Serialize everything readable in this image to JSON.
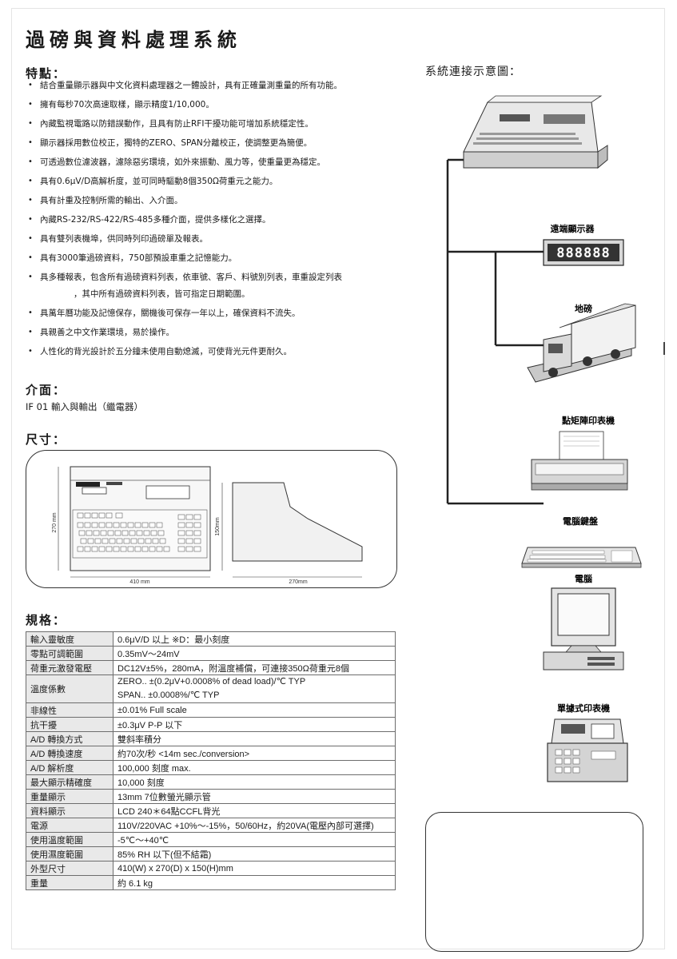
{
  "title": "過磅與資料處理系統",
  "features": {
    "heading": "特點：",
    "items": [
      "結合重量顯示器與中文化資料處理器之一體設計，具有正確量測重量的所有功能。",
      "擁有每秒70次高速取樣，顯示精度1/10,000。",
      "內藏監視電路以防錯誤動作，且具有防止RFI干擾功能可增加系統穩定性。",
      "顯示器採用數位校正，獨特的ZERO、SPAN分離校正，使調整更為簡便。",
      "可透過數位濾波器，濾除惡劣環境，如外來振動、風力等，使重量更為穩定。",
      "具有0.6μV/D高解析度，並可同時驅動8個350Ω荷重元之能力。",
      "具有計重及控制所需的輸出、入介面。",
      "內藏RS-232/RS-422/RS-485多種介面，提供多樣化之選擇。",
      "具有雙列表機埠，供同時列印過磅單及報表。",
      "具有3000筆過磅資料，750部預設車重之記憶能力。",
      "具多種報表，包含所有過磅資料列表，依車號、客戶、料號別列表，車重設定列表",
      "具萬年曆功能及記憶保存，關機後可保存一年以上，確保資料不流失。",
      "具親善之中文作業環境，易於操作。",
      "人性化的背光設計於五分鐘未使用自動熄滅，可使背光元件更耐久。"
    ],
    "continuation": "，其中所有過磅資料列表，皆可指定日期範圍。"
  },
  "interface": {
    "heading": "介面：",
    "text": "IF 01 輸入與輸出（繼電器）"
  },
  "dimensions": {
    "heading": "尺寸：",
    "width": "410 mm",
    "depth": "270 mm",
    "height": "150mm",
    "depth_side": "270mm"
  },
  "specs": {
    "heading": "規格：",
    "rows": [
      {
        "k": "輸入靈敏度",
        "v": [
          "0.6μV/D 以上 ※D：最小刻度"
        ]
      },
      {
        "k": "零點可調範圍",
        "v": [
          "0.35mV～24mV"
        ]
      },
      {
        "k": "荷重元激發電壓",
        "v": [
          "DC12V±5%，280mA，附溫度補償，可連接350Ω荷重元8個"
        ]
      },
      {
        "k": "溫度係數",
        "v": [
          "ZERO.. ±(0.2μV+0.0008% of dead load)/℃ TYP",
          "SPAN.. ±0.0008%/℃ TYP"
        ]
      },
      {
        "k": "非線性",
        "v": [
          "±0.01% Full scale"
        ]
      },
      {
        "k": "抗干擾",
        "v": [
          "±0.3μV P-P 以下"
        ]
      },
      {
        "k": "A/D 轉換方式",
        "v": [
          "雙斜率積分"
        ]
      },
      {
        "k": "A/D 轉換速度",
        "v": [
          "約70次/秒 <14m sec./conversion>"
        ]
      },
      {
        "k": "A/D 解析度",
        "v": [
          "100,000 刻度 max."
        ]
      },
      {
        "k": "最大顯示精確度",
        "v": [
          "10,000 刻度"
        ]
      },
      {
        "k": "重量顯示",
        "v": [
          "13mm 7位數螢光顯示管"
        ]
      },
      {
        "k": "資料顯示",
        "v": [
          "LCD 240＊64點CCFL背光"
        ]
      },
      {
        "k": "電源",
        "v": [
          "110V/220VAC +10%～-15%，50/60Hz，約20VA(電壓內部可選擇)"
        ]
      },
      {
        "k": "使用溫度範圍",
        "v": [
          "-5℃～+40℃"
        ]
      },
      {
        "k": "使用濕度範圍",
        "v": [
          "85% RH 以下(但不結霜)"
        ]
      },
      {
        "k": "外型尺寸",
        "v": [
          "410(W) x 270(D) x 150(H)mm"
        ]
      },
      {
        "k": "重量",
        "v": [
          "約 6.1 kg"
        ]
      }
    ]
  },
  "diagram": {
    "heading": "系統連接示意圖：",
    "remote_display_label": "遠端顯示器",
    "remote_display_digits": "888888",
    "truck_scale_label": "地磅",
    "dot_printer_label": "點矩陣印表機",
    "keyboard_label": "電腦鍵盤",
    "computer_label": "電腦",
    "receipt_printer_label": "單據式印表機"
  }
}
